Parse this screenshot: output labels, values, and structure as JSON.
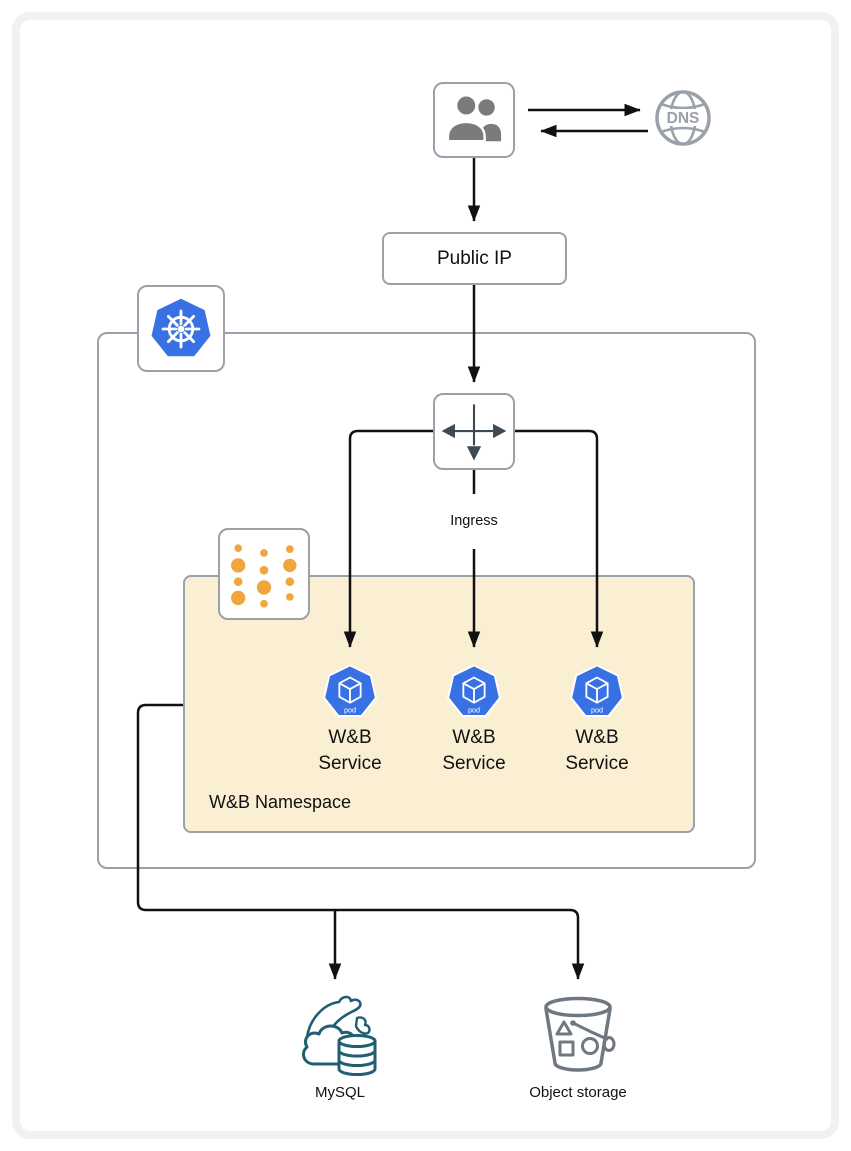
{
  "diagram": {
    "dns_label": "DNS",
    "public_ip_label": "Public IP",
    "ingress_label": "Ingress",
    "namespace_label": "W&B Namespace",
    "pod_badge": "pod",
    "pods": [
      {
        "line1": "W&B",
        "line2": "Service"
      },
      {
        "line1": "W&B",
        "line2": "Service"
      },
      {
        "line1": "W&B",
        "line2": "Service"
      }
    ],
    "mysql_label": "MySQL",
    "object_storage_label": "Object storage",
    "colors": {
      "border_gray": "#9AA1AB",
      "kubernetes_blue": "#3871E3",
      "namespace_fill": "#FBEFD3",
      "namespace_dot_orange": "#F0A63C",
      "mysql_teal": "#1F5E73",
      "storage_gray": "#6F7781",
      "arrow_black": "#111111",
      "ingress_glyph_slate": "#3E4956",
      "users_icon_gray": "#7B7B7B",
      "frame_gray": "#EFF1F3"
    }
  }
}
